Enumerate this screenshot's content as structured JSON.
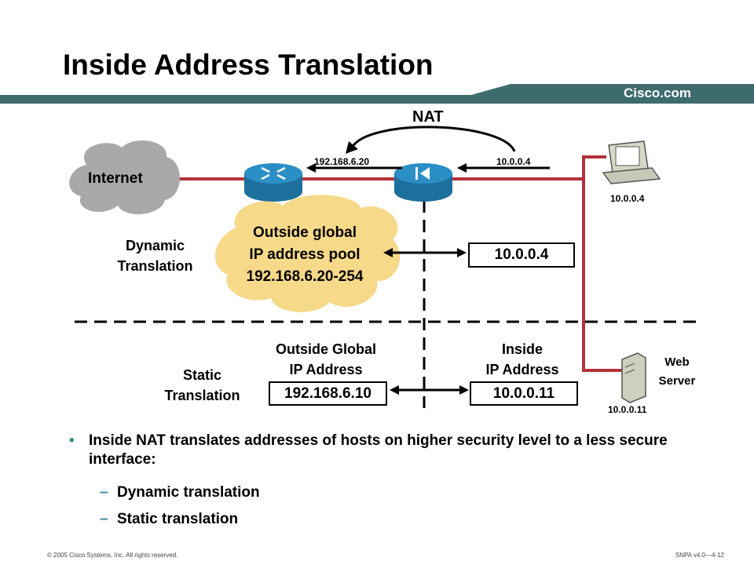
{
  "slide": {
    "title": "Inside Address Translation",
    "brand": "Cisco.com",
    "brand_bar_color": "#3e6b6e"
  },
  "diagram": {
    "internet_label": "Internet",
    "nat_label": "NAT",
    "outside_ip_label": "192.168.6.20",
    "inside_ip_label": "10.0.0.4",
    "pc_ip": "10.0.0.4",
    "pool_cloud": {
      "line1": "Outside global",
      "line2": "IP address pool",
      "line3": "192.168.6.20-254"
    },
    "dynamic_label": {
      "line1": "Dynamic",
      "line2": "Translation"
    },
    "dynamic_inside_box": "10.0.0.4",
    "static_label": {
      "line1": "Static",
      "line2": "Translation"
    },
    "outside_global_header": {
      "line1": "Outside Global",
      "line2": "IP Address"
    },
    "outside_global_box": "192.168.6.10",
    "inside_header": {
      "line1": "Inside",
      "line2": "IP Address"
    },
    "inside_box": "10.0.0.11",
    "web_server_label": {
      "line1": "Web",
      "line2": "Server"
    },
    "web_server_ip": "10.0.0.11",
    "link_color": "#b5323a",
    "cloud_color": "#f7d98a",
    "router_color": "#2b8fc6",
    "internet_cloud_color": "#a9a9a9"
  },
  "bullets": {
    "main": "Inside NAT translates addresses of hosts on higher security level to a less secure interface:",
    "subs": [
      "Dynamic translation",
      "Static translation"
    ]
  },
  "footer": {
    "left": "© 2005 Cisco Systems, Inc. All rights reserved.",
    "right": "SNPA v4.0—4-12"
  }
}
